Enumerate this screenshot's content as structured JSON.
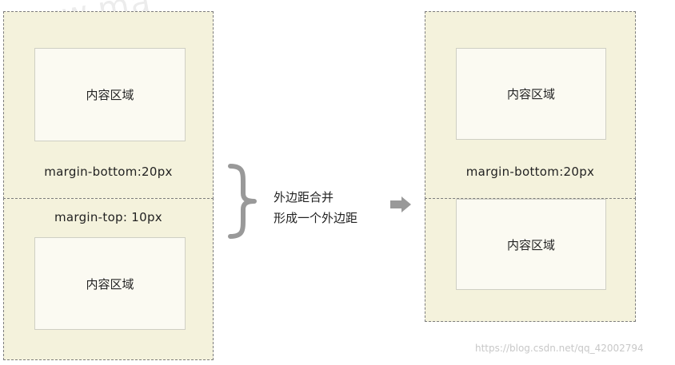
{
  "boxes": {
    "left_top": {
      "content_label": "内容区域",
      "margin_label": "margin-bottom:20px"
    },
    "left_bottom": {
      "content_label": "内容区域",
      "margin_label": "margin-top: 10px"
    },
    "right_top": {
      "content_label": "内容区域",
      "margin_label": "margin-bottom:20px"
    },
    "right_bottom": {
      "content_label": "内容区域"
    }
  },
  "merge_text": {
    "line1": "外边距合并",
    "line2": "形成一个外边距"
  },
  "watermarks": {
    "top": "www.ma",
    "bottom": "https://blog.csdn.net/qq_42002794"
  },
  "colors": {
    "outer_fill": "#f4f2dc",
    "inner_fill": "#fbfaf2",
    "border_dashed": "#7d7d7d",
    "brace_arrow": "#999999"
  },
  "icons": {
    "brace": "right-curly-brace",
    "arrow": "right-arrow"
  }
}
